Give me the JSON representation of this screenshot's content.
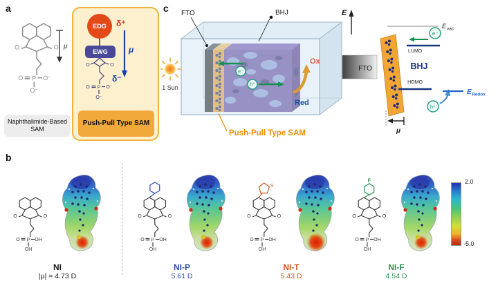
{
  "atoms": {
    "o": "O",
    "oh": "OH",
    "o_minus": "O⁻",
    "p": "P",
    "s": "S",
    "f": "F"
  },
  "panel_a": {
    "label": "a",
    "left": {
      "mu": "μ",
      "caption": "Naphthalimide-Based SAM"
    },
    "right": {
      "edg": "EDG",
      "ewg": "EWG",
      "delta_plus": "δ⁺",
      "delta_minus": "δ⁻",
      "mu": "μ",
      "caption": "Push-Pull Type SAM"
    }
  },
  "panel_c": {
    "label": "c",
    "fto": "FTO",
    "bhj": "BHJ",
    "sun": "1 Sun",
    "electron": "e⁻",
    "hole": "h⁺",
    "ox": "Ox",
    "red": "Red",
    "sam_caption": "Push-Pull Type SAM",
    "energy": {
      "axis": "E",
      "evac_base": "E",
      "evac_sub": "vac",
      "lumo": "LUMO",
      "homo": "HOMO",
      "fto": "FTO",
      "bhj": "BHJ",
      "eredox_base": "E",
      "eredox_sub": "Redox",
      "electron": "e⁻",
      "hole": "h⁺",
      "mu": "μ"
    }
  },
  "panel_b": {
    "label": "b",
    "colorbar": {
      "max": "2.0",
      "min": "-5.0"
    },
    "colors": {
      "esp_positive": "#2233b0",
      "esp_negative": "#d22c20"
    },
    "molecules": [
      {
        "name": "NI",
        "dipole": "|μ| = 4.73 D",
        "color": "#1a1a1a"
      },
      {
        "name": "NI-P",
        "dipole": "5.61 D",
        "color": "#2b4fa2"
      },
      {
        "name": "NI-T",
        "dipole": "5.43 D",
        "color": "#d4541e"
      },
      {
        "name": "NI-F",
        "dipole": "4.54 D",
        "color": "#2e9150"
      }
    ]
  }
}
